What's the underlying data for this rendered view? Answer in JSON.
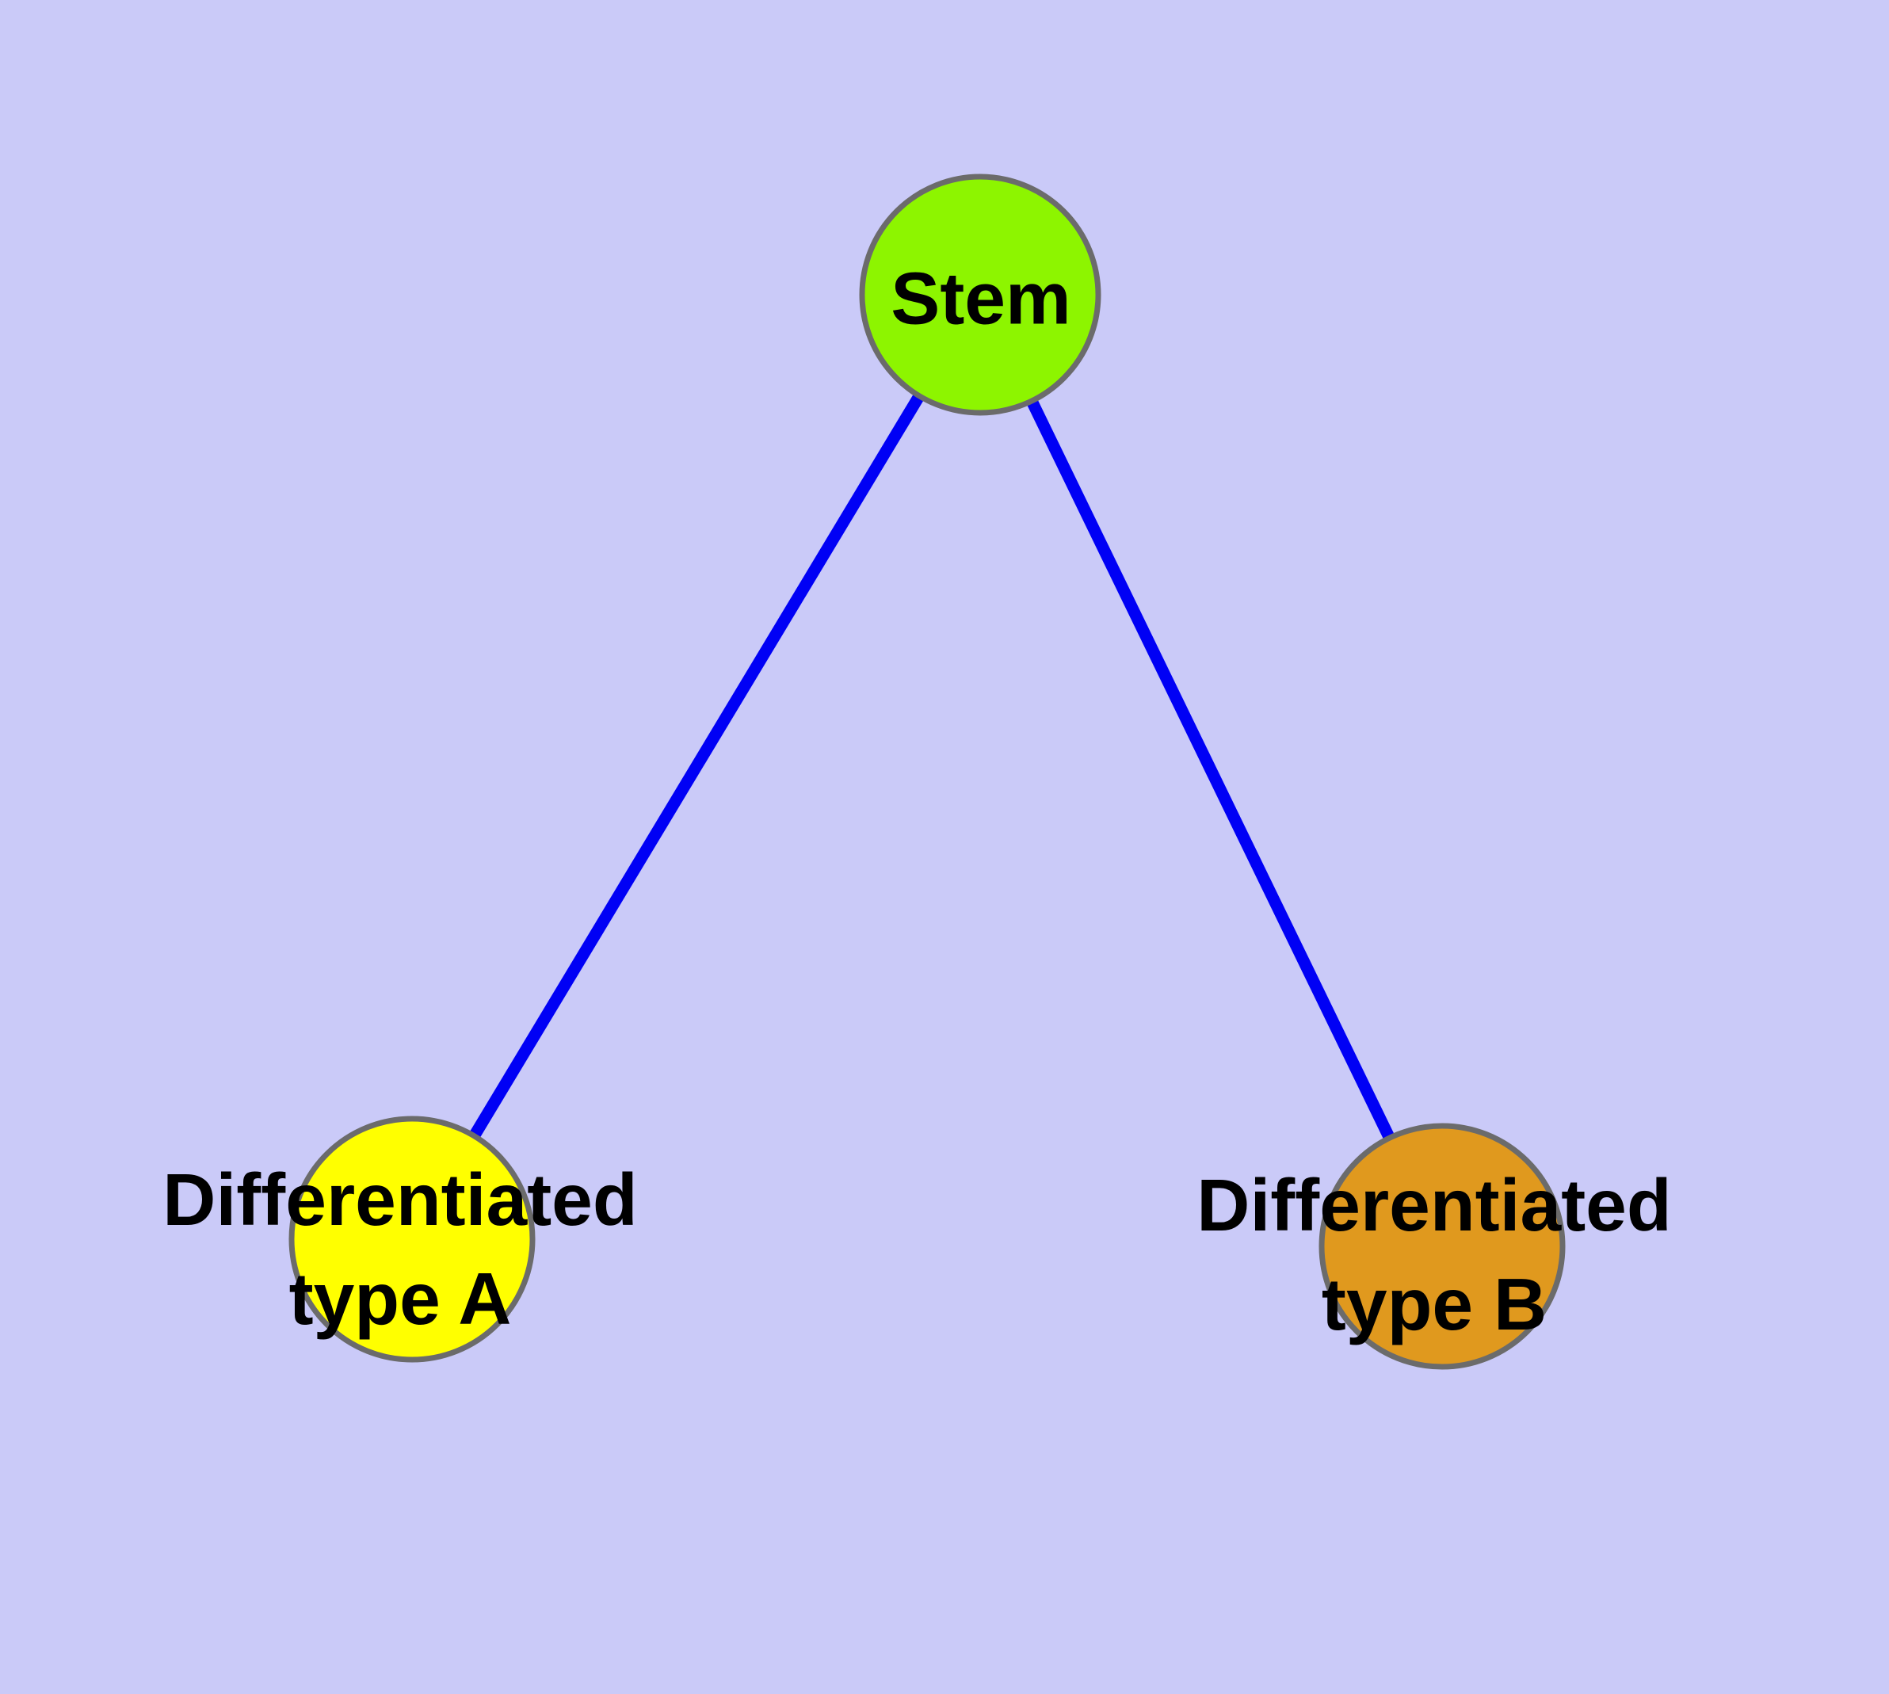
{
  "diagram": {
    "background_color": "#CACAF8",
    "edge_color": "#0000F5",
    "node_border_color": "#6B6B6B",
    "label_color": "#000000",
    "nodes": {
      "stem": {
        "label": "Stem",
        "fill": "#8DF500"
      },
      "type_a": {
        "label": "Differentiated type A",
        "label_line1": "Differentiated",
        "label_line2": "type A",
        "fill": "#FFFF00"
      },
      "type_b": {
        "label": "Differentiated type B",
        "label_line1": "Differentiated",
        "label_line2": "type B",
        "fill": "#E0991E"
      }
    },
    "edges": [
      {
        "from": "Stem",
        "to": "Differentiated type A"
      },
      {
        "from": "Stem",
        "to": "Differentiated type B"
      }
    ]
  }
}
